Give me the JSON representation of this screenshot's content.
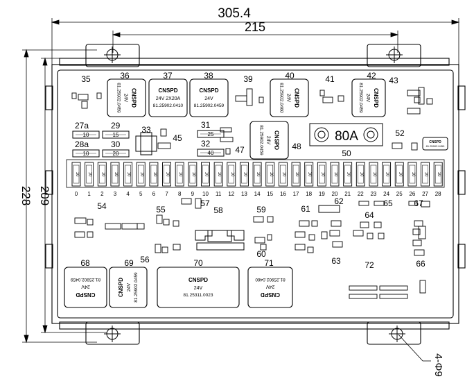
{
  "dimensions": {
    "overall_width": "305.4",
    "mount_span": "215",
    "overall_height": "228",
    "inner_height": "209",
    "hole_spec": "4-Φ9"
  },
  "relay_modules": [
    {
      "id": "36",
      "brand": "CNSPD",
      "voltage": "24V",
      "part": "81.25902.0459"
    },
    {
      "id": "37",
      "brand": "CNSPD",
      "voltage": "24V 2X20A",
      "part": "81.25902.0410"
    },
    {
      "id": "38",
      "brand": "CNSPD",
      "voltage": "24V",
      "part": "81.25902.0459"
    },
    {
      "id": "40",
      "brand": "CNSPD",
      "voltage": "24V",
      "part": "81.25902.0460"
    },
    {
      "id": "42",
      "brand": "CNSPD",
      "voltage": "24V",
      "part": "81.25902.0459"
    },
    {
      "id": "48",
      "brand": "CNSPD",
      "voltage": "24V",
      "part": "81.25902.0459"
    },
    {
      "id": "68",
      "brand": "CNSPD",
      "voltage": "24V",
      "part": "81.25902.0459"
    },
    {
      "id": "69",
      "brand": "CNSPD",
      "voltage": "24V",
      "part": "81.25902.0459"
    },
    {
      "id": "70",
      "brand": "CNSPD",
      "voltage": "24V",
      "part": "81.25311.0023"
    },
    {
      "id": "71",
      "brand": "CNSPD",
      "voltage": "24V",
      "part": "81.25902.0460"
    }
  ],
  "small_module_53": {
    "brand": "CNSPD",
    "part": "81.25902.0459"
  },
  "main_fuse": {
    "label": "80A"
  },
  "small_fuses": [
    {
      "id": "27a",
      "value": "10"
    },
    {
      "id": "29",
      "value": "15"
    },
    {
      "id": "28a",
      "value": "10"
    },
    {
      "id": "30",
      "value": "20"
    },
    {
      "id": "31",
      "value": "25"
    },
    {
      "id": "32",
      "value": "40"
    }
  ],
  "fuse_row": {
    "values": [
      "10",
      "10",
      "10",
      "10",
      "10",
      "10",
      "10",
      "10",
      "10",
      "10",
      "10",
      "10",
      "10",
      "10",
      "10",
      "10",
      "10",
      "10",
      "10",
      "10",
      "10",
      "10",
      "10",
      "10",
      "10",
      "10",
      "10",
      "10",
      "10"
    ],
    "numbers": [
      "0",
      "1",
      "2",
      "3",
      "4",
      "5",
      "6",
      "7",
      "8",
      "9",
      "10",
      "11",
      "12",
      "13",
      "14",
      "15",
      "16",
      "17",
      "18",
      "19",
      "20",
      "21",
      "22",
      "23",
      "24",
      "25",
      "26",
      "27",
      "28"
    ]
  },
  "callouts": [
    "35",
    "39",
    "41",
    "43",
    "33",
    "45",
    "47",
    "50",
    "52",
    "54",
    "55",
    "56",
    "57",
    "58",
    "59",
    "60",
    "61",
    "62",
    "63",
    "64",
    "65",
    "66",
    "67",
    "72"
  ]
}
